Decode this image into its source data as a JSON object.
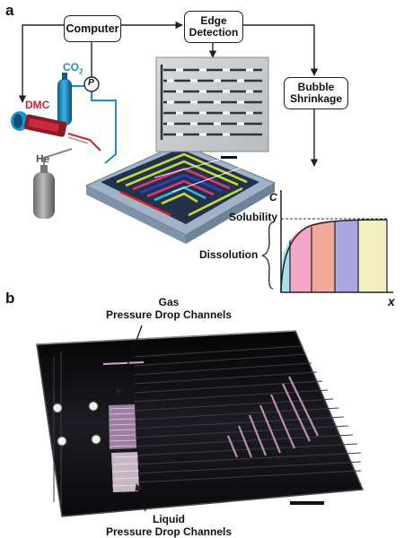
{
  "panel_a": {
    "letter": "a",
    "computer_label": "Computer",
    "edge_detection_label": [
      "Edge",
      "Detection"
    ],
    "bubble_shrinkage_label": [
      "Bubble",
      "Shrinkage"
    ],
    "co2_label": "CO",
    "co2_subscript": "2",
    "pressure_label": "P",
    "dmc_label": "DMC",
    "he_label": "He",
    "plot": {
      "y_axis_label": "C",
      "x_axis_label": "x",
      "solubility_label": "Solubility",
      "dissolution_label": "Dissolution",
      "band_colors": [
        "#a6e0ee",
        "#f3a6c8",
        "#f3a99a",
        "#a9a6e0",
        "#f3efbe"
      ]
    }
  },
  "panel_b": {
    "letter": "b",
    "gas_label": [
      "Gas",
      "Pressure Drop Channels"
    ],
    "liquid_label": [
      "Liquid",
      "Pressure Drop Channels"
    ]
  },
  "colors": {
    "co2": "#1b8fc9",
    "dmc": "#d2232a",
    "line": "#222222"
  }
}
